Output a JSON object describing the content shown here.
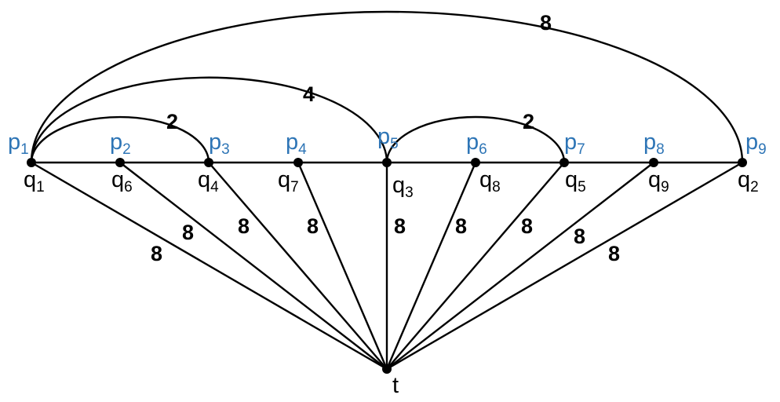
{
  "colors": {
    "p_label": "#2e75b6",
    "q_label": "#000000",
    "edge": "#000000"
  },
  "nodes": [
    {
      "id": "n1",
      "p": {
        "base": "p",
        "sub": "1"
      },
      "q": {
        "base": "q",
        "sub": "1"
      }
    },
    {
      "id": "n2",
      "p": {
        "base": "p",
        "sub": "2"
      },
      "q": {
        "base": "q",
        "sub": "6"
      }
    },
    {
      "id": "n3",
      "p": {
        "base": "p",
        "sub": "3"
      },
      "q": {
        "base": "q",
        "sub": "4"
      }
    },
    {
      "id": "n4",
      "p": {
        "base": "p",
        "sub": "4"
      },
      "q": {
        "base": "q",
        "sub": "7"
      }
    },
    {
      "id": "n5",
      "p": {
        "base": "p",
        "sub": "5"
      },
      "q": {
        "base": "q",
        "sub": "3"
      }
    },
    {
      "id": "n6",
      "p": {
        "base": "p",
        "sub": "6"
      },
      "q": {
        "base": "q",
        "sub": "8"
      }
    },
    {
      "id": "n7",
      "p": {
        "base": "p",
        "sub": "7"
      },
      "q": {
        "base": "q",
        "sub": "5"
      }
    },
    {
      "id": "n8",
      "p": {
        "base": "p",
        "sub": "8"
      },
      "q": {
        "base": "q",
        "sub": "9"
      }
    },
    {
      "id": "n9",
      "p": {
        "base": "p",
        "sub": "9"
      },
      "q": {
        "base": "q",
        "sub": "2"
      }
    },
    {
      "id": "t",
      "label": "t"
    }
  ],
  "arc_weights": {
    "n1_n3": "2",
    "n1_n5": "4",
    "n5_n7": "2",
    "n1_n9": "8"
  },
  "sink_weights": {
    "n1": "8",
    "n2": "8",
    "n3": "8",
    "n4": "8",
    "n5": "8",
    "n6": "8",
    "n7": "8",
    "n8": "8",
    "n9": "8"
  }
}
